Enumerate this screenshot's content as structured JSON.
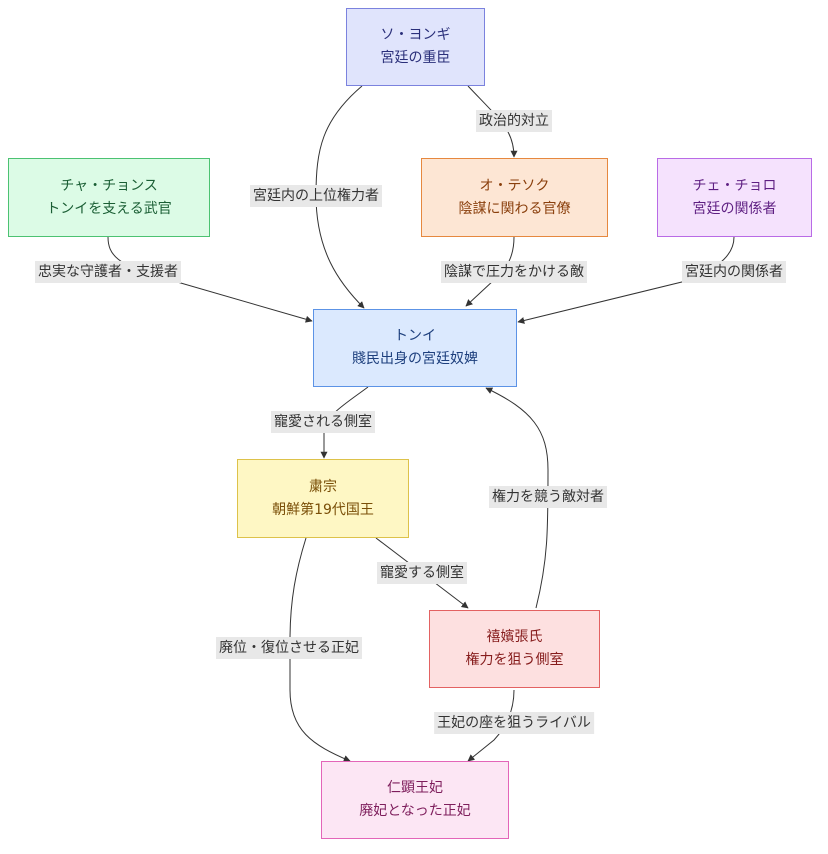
{
  "nodes": {
    "so": {
      "name": "ソ・ヨンギ",
      "role": "宮廷の重臣",
      "fill": "#e0e4fc",
      "stroke": "#7b82de",
      "text": "#2a2f7a"
    },
    "cha": {
      "name": "チャ・チョンス",
      "role": "トンイを支える武官",
      "fill": "#dcfbe6",
      "stroke": "#4cc272",
      "text": "#1a5e34"
    },
    "oh": {
      "name": "オ・テソク",
      "role": "陰謀に関わる官僚",
      "fill": "#fde6d4",
      "stroke": "#e6883f",
      "text": "#8a3f0c"
    },
    "chae": {
      "name": "チェ・チョロ",
      "role": "宮廷の関係者",
      "fill": "#f5e2fd",
      "stroke": "#b96be6",
      "text": "#5e1f82"
    },
    "tongi": {
      "name": "トンイ",
      "role": "賤民出身の宮廷奴婢",
      "fill": "#dbe9fe",
      "stroke": "#5c93e6",
      "text": "#1d3f7d"
    },
    "sukjong": {
      "name": "粛宗",
      "role": "朝鮮第19代国王",
      "fill": "#fef7c4",
      "stroke": "#ddc24a",
      "text": "#7a4f08"
    },
    "jang": {
      "name": "禧嬪張氏",
      "role": "権力を狙う側室",
      "fill": "#fde0e0",
      "stroke": "#e36262",
      "text": "#861c1c"
    },
    "inhyeon": {
      "name": "仁顕王妃",
      "role": "廃妃となった正妃",
      "fill": "#fce6f4",
      "stroke": "#e365b8",
      "text": "#7e1e5c"
    }
  },
  "edges": {
    "so_oh": "政治的対立",
    "so_tongi": "宮廷内の上位権力者",
    "cha_tongi": "忠実な守護者・支援者",
    "oh_tongi": "陰謀で圧力をかける敵",
    "chae_tongi": "宮廷内の関係者",
    "tongi_sukjong": "寵愛される側室",
    "jang_tongi": "権力を競う敵対者",
    "sukjong_jang": "寵愛する側室",
    "sukjong_inhyeon": "廃位・復位させる正妃",
    "jang_inhyeon": "王妃の座を狙うライバル"
  },
  "edge_color": "#333333"
}
